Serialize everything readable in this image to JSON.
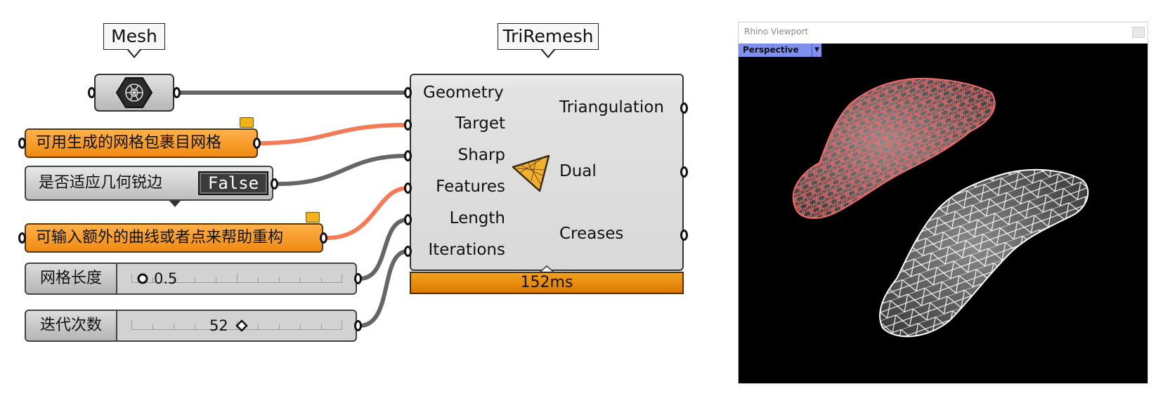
{
  "tags": {
    "mesh": "Mesh",
    "triremesh": "TriRemesh"
  },
  "panels": {
    "target_text": "可用生成的网格包裹目网格",
    "features_text": "可输入额外的曲线或者点来帮助重构"
  },
  "toggle": {
    "label": "是否适应几何锐边",
    "value": "False"
  },
  "sliders": [
    {
      "label": "网格长度",
      "value": "0.5"
    },
    {
      "label": "迭代次数",
      "value": "52"
    }
  ],
  "component": {
    "inputs": [
      "Geometry",
      "Target",
      "Sharp",
      "Features",
      "Length",
      "Iterations"
    ],
    "outputs": [
      "Triangulation",
      "Dual",
      "Creases"
    ],
    "timer": "152ms"
  },
  "viewport": {
    "title": "Rhino Viewport",
    "view_name": "Perspective"
  },
  "colors": {
    "wire_default": "#666666",
    "wire_orange": "#f47a55",
    "panel_orange": "#f5971e",
    "timer_orange": "#e88800",
    "viewport_tab": "#7f8ff0",
    "mesh_red": "#f06a6a"
  }
}
